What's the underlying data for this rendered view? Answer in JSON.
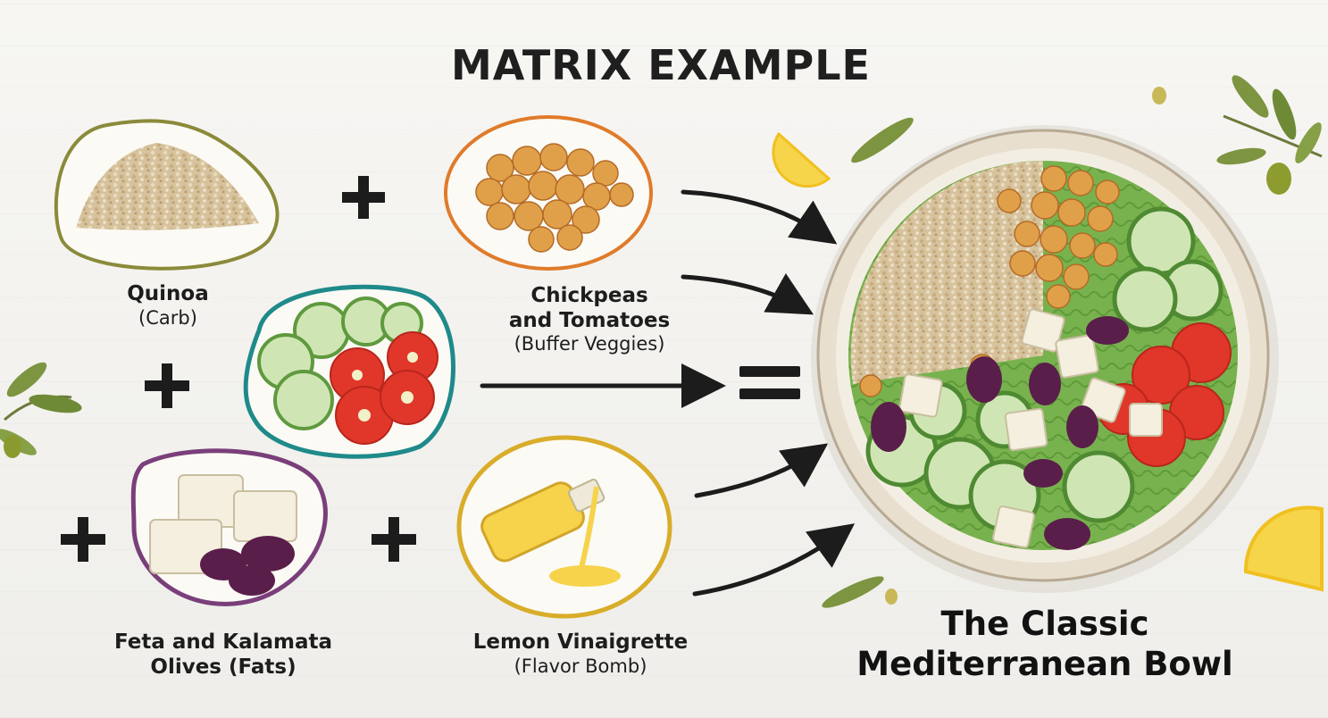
{
  "title": "MATRIX EXAMPLE",
  "components": [
    {
      "name": "Quinoa",
      "role": "(Carb)"
    },
    {
      "name": "Chickpeas and Tomatoes",
      "name_line1": "Chickpeas",
      "name_line2": "and Tomatoes",
      "role": "(Buffer Veggies)"
    },
    {
      "name": "Feta and Kalamata Olives (Fats)",
      "line1": "Feta and Kalamata",
      "line2": "Olives (Fats)"
    },
    {
      "name": "Lemon Vinaigrette",
      "role": "(Flavor Bomb)"
    }
  ],
  "operators": {
    "plus": "+",
    "equals": "="
  },
  "result": {
    "line1": "The Classic",
    "line2": "Mediterranean Bowl"
  },
  "colors": {
    "quinoa_border": "#8a8a3a",
    "chickpea_border": "#e07b2a",
    "veggie_border": "#1f8a8a",
    "feta_border": "#7a3f7a",
    "vinaigrette_border": "#d9ad2a",
    "bowl_rim": "#e9dfcf"
  }
}
